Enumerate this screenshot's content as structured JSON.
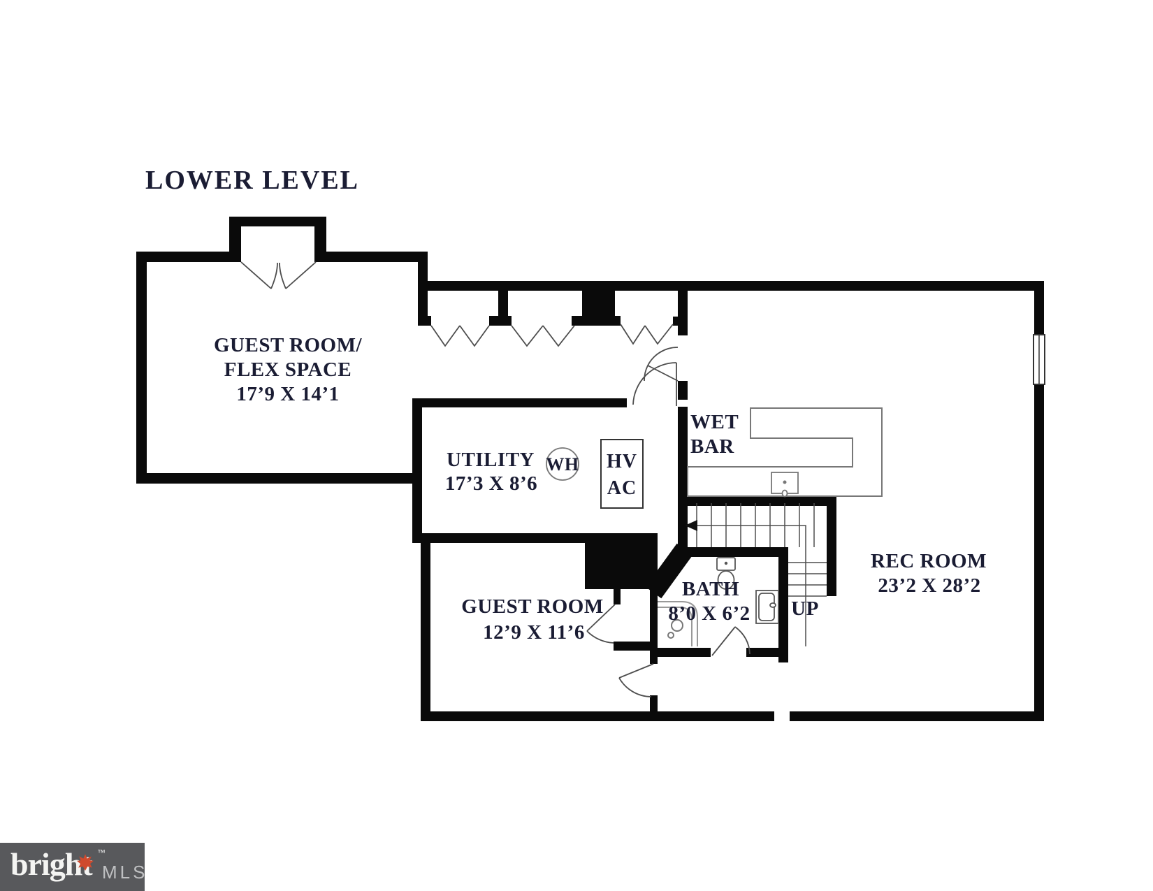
{
  "title": "LOWER LEVEL",
  "rooms": {
    "guest_flex": {
      "line1": "GUEST ROOM/",
      "line2": "FLEX SPACE",
      "dims": "17’9 X 14’1"
    },
    "utility": {
      "name": "UTILITY",
      "dims": "17’3 X 8’6"
    },
    "wet_bar": {
      "line1": "WET",
      "line2": "BAR"
    },
    "rec_room": {
      "name": "REC ROOM",
      "dims": "23’2 X 28’2"
    },
    "guest_room": {
      "name": "GUEST ROOM",
      "dims": "12’9 X 11’6"
    },
    "bath": {
      "name": "BATH",
      "dims": "8’0 X 6’2"
    }
  },
  "fixtures": {
    "water_heater": "WH",
    "hvac_line1": "HV",
    "hvac_line2": "AC"
  },
  "stairs": {
    "direction_label": "UP"
  },
  "logo": {
    "brand": "bright",
    "trademark": "™",
    "suffix": "MLS"
  },
  "colors": {
    "wall": "#0a0a0a",
    "thin_line": "#4d4d4d",
    "fixture_line": "#777777",
    "label_text": "#1a1c33",
    "logo_background": "#58595c",
    "logo_brand_text": "#f4f4f2",
    "logo_mls_text": "#bfc0c2",
    "maple_leaf": "#cf4a2e"
  }
}
